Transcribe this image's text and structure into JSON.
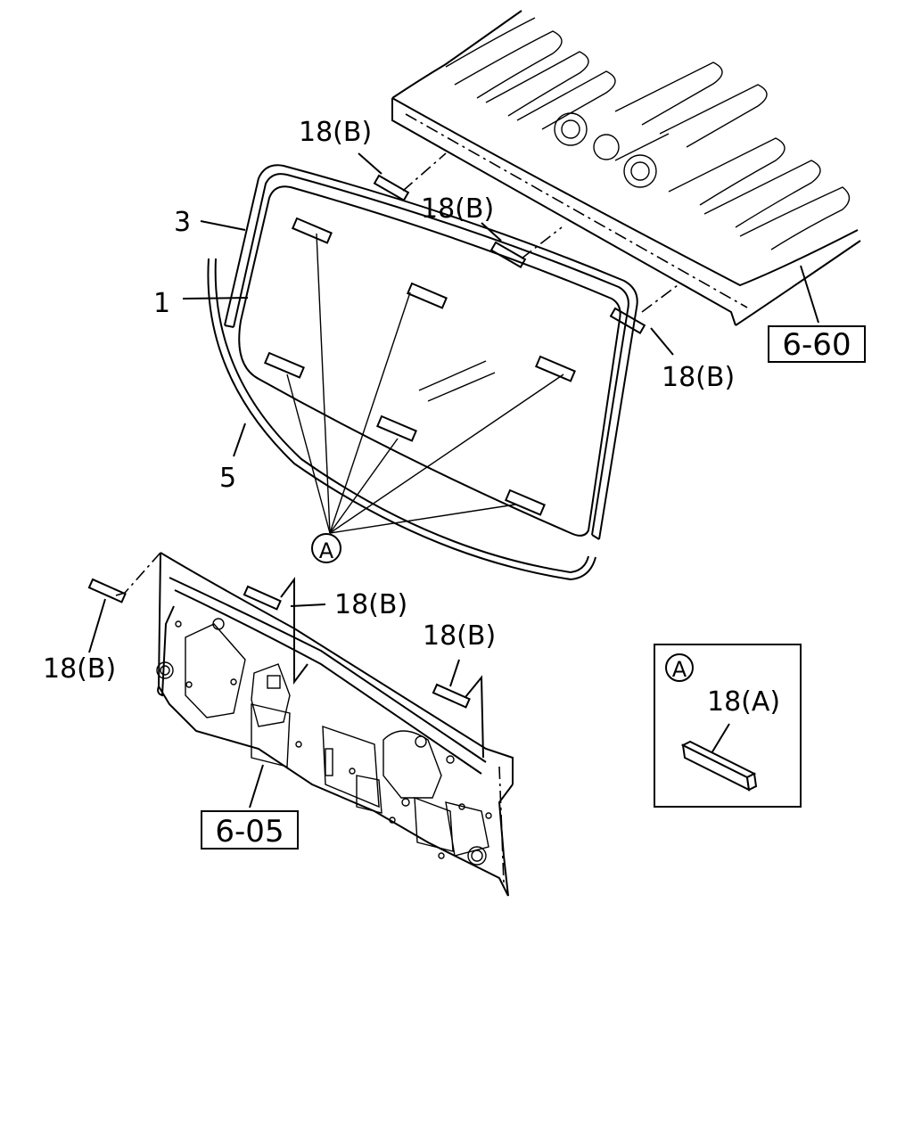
{
  "callouts": {
    "roof_clip_1": "18(B)",
    "roof_clip_2": "18(B)",
    "roof_clip_3": "18(B)",
    "moulding": "3",
    "glass": "1",
    "dam": "5",
    "dash_clip_left": "18(B)",
    "dash_clip_center": "18(B)",
    "dash_clip_right": "18(B)",
    "detail_part": "18(A)"
  },
  "references": {
    "roof_ref": "6-60",
    "dash_ref": "6-05"
  },
  "markers": {
    "view_a": "A",
    "detail_a": "A"
  }
}
